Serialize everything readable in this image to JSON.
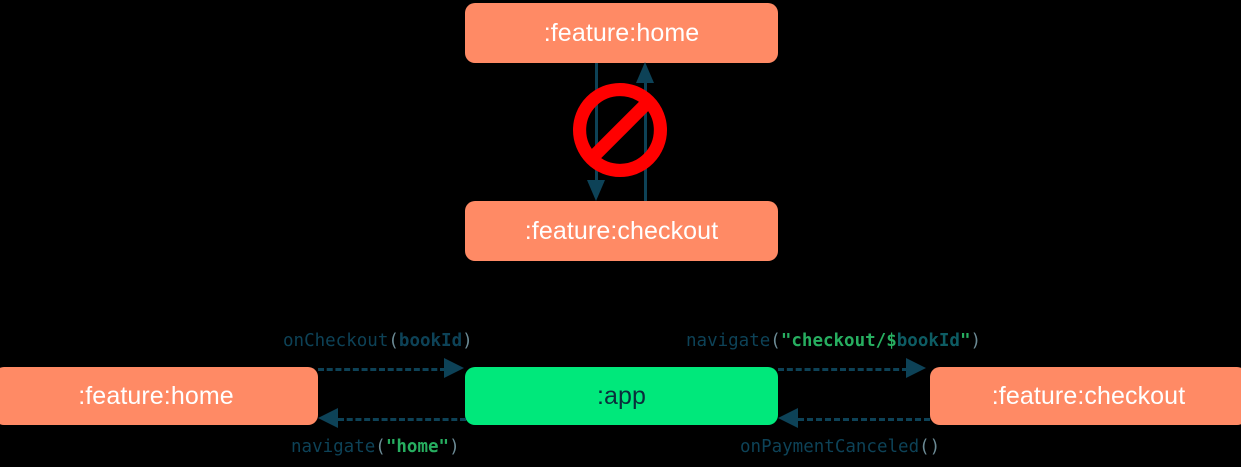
{
  "diagram": {
    "background_color": "#000000",
    "title": "Module navigation diagram",
    "top_cluster": {
      "home_node": {
        "label": ":feature:home",
        "color": "#FF8A65"
      },
      "checkout_node": {
        "label": ":feature:checkout",
        "color": "#FF8A65"
      },
      "forbidden_icon": "prohibited-icon",
      "forbidden_color": "#FF0000",
      "edges": [
        {
          "from": ":feature:home",
          "to": ":feature:checkout",
          "style": "solid",
          "direction": "down"
        },
        {
          "from": ":feature:checkout",
          "to": ":feature:home",
          "style": "solid",
          "direction": "up"
        }
      ]
    },
    "bottom_cluster": {
      "home_node": {
        "label": ":feature:home",
        "color": "#FF8A65"
      },
      "app_node": {
        "label": ":app",
        "color": "#00E87B"
      },
      "checkout_node": {
        "label": ":feature:checkout",
        "color": "#FF8A65"
      },
      "edges": [
        {
          "id": "home-to-app",
          "from": ":feature:home",
          "to": ":app",
          "style": "dashed",
          "direction": "right",
          "label_position": "above",
          "label_plain": "onCheckout(bookId)",
          "tokens": [
            {
              "text": "onCheckout",
              "type": "fn"
            },
            {
              "text": "(",
              "type": "paren"
            },
            {
              "text": "bookId",
              "type": "param"
            },
            {
              "text": ")",
              "type": "paren"
            }
          ]
        },
        {
          "id": "app-to-home",
          "from": ":app",
          "to": ":feature:home",
          "style": "dashed",
          "direction": "left",
          "label_position": "below",
          "label_plain": "navigate(\"home\")",
          "tokens": [
            {
              "text": "navigate",
              "type": "fn"
            },
            {
              "text": "(",
              "type": "paren"
            },
            {
              "text": "\"home\"",
              "type": "str"
            },
            {
              "text": ")",
              "type": "paren"
            }
          ]
        },
        {
          "id": "app-to-checkout",
          "from": ":app",
          "to": ":feature:checkout",
          "style": "dashed",
          "direction": "right",
          "label_position": "above",
          "label_plain": "navigate(\"checkout/$bookId\")",
          "tokens": [
            {
              "text": "navigate",
              "type": "fn"
            },
            {
              "text": "(",
              "type": "paren"
            },
            {
              "text": "\"checkout/",
              "type": "str"
            },
            {
              "text": "$",
              "type": "dollar"
            },
            {
              "text": "bookId",
              "type": "var"
            },
            {
              "text": "\"",
              "type": "str"
            },
            {
              "text": ")",
              "type": "paren"
            }
          ]
        },
        {
          "id": "checkout-to-app",
          "from": ":feature:checkout",
          "to": ":app",
          "style": "dashed",
          "direction": "left",
          "label_position": "below",
          "label_plain": "onPaymentCanceled()",
          "tokens": [
            {
              "text": "onPaymentCanceled",
              "type": "fn"
            },
            {
              "text": "(",
              "type": "paren"
            },
            {
              "text": ")",
              "type": "paren"
            }
          ]
        }
      ]
    },
    "palette": {
      "module_salmon": "#FF8A65",
      "app_green": "#00E87B",
      "edge_navy": "#0D4257",
      "code_string_green": "#27AE60",
      "code_var_teal": "#0D5C63",
      "code_paren_gray": "#6B8A94",
      "forbidden_red": "#FF0000",
      "node_text_light": "#FFFFFF",
      "node_text_dark": "#0A2E3B"
    }
  }
}
